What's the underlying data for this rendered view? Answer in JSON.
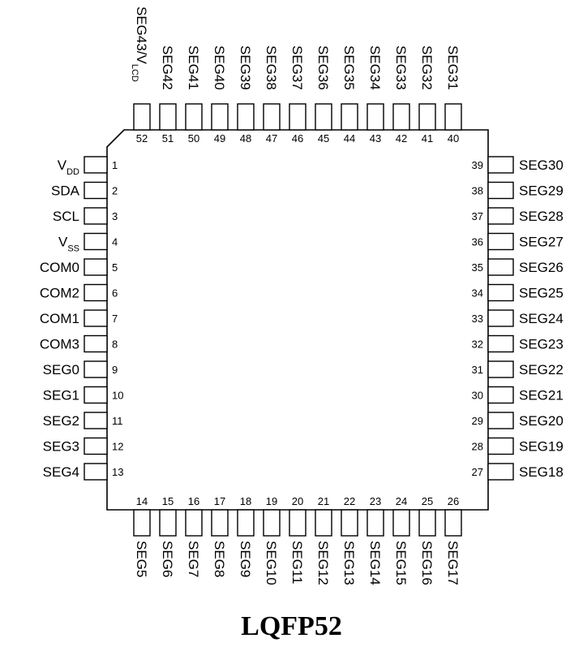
{
  "package_name": "LQFP52",
  "pins": {
    "left": [
      {
        "num": "1",
        "label": "V",
        "sub": "DD"
      },
      {
        "num": "2",
        "label": "SDA"
      },
      {
        "num": "3",
        "label": "SCL"
      },
      {
        "num": "4",
        "label": "V",
        "sub": "SS"
      },
      {
        "num": "5",
        "label": "COM0"
      },
      {
        "num": "6",
        "label": "COM2"
      },
      {
        "num": "7",
        "label": "COM1"
      },
      {
        "num": "8",
        "label": "COM3"
      },
      {
        "num": "9",
        "label": "SEG0"
      },
      {
        "num": "10",
        "label": "SEG1"
      },
      {
        "num": "11",
        "label": "SEG2"
      },
      {
        "num": "12",
        "label": "SEG3"
      },
      {
        "num": "13",
        "label": "SEG4"
      }
    ],
    "bottom": [
      {
        "num": "14",
        "label": "SEG5"
      },
      {
        "num": "15",
        "label": "SEG6"
      },
      {
        "num": "16",
        "label": "SEG7"
      },
      {
        "num": "17",
        "label": "SEG8"
      },
      {
        "num": "18",
        "label": "SEG9"
      },
      {
        "num": "19",
        "label": "SEG10"
      },
      {
        "num": "20",
        "label": "SEG11"
      },
      {
        "num": "21",
        "label": "SEG12"
      },
      {
        "num": "22",
        "label": "SEG13"
      },
      {
        "num": "23",
        "label": "SEG14"
      },
      {
        "num": "24",
        "label": "SEG15"
      },
      {
        "num": "25",
        "label": "SEG16"
      },
      {
        "num": "26",
        "label": "SEG17"
      }
    ],
    "right": [
      {
        "num": "39",
        "label": "SEG30"
      },
      {
        "num": "38",
        "label": "SEG29"
      },
      {
        "num": "37",
        "label": "SEG28"
      },
      {
        "num": "36",
        "label": "SEG27"
      },
      {
        "num": "35",
        "label": "SEG26"
      },
      {
        "num": "34",
        "label": "SEG25"
      },
      {
        "num": "33",
        "label": "SEG24"
      },
      {
        "num": "32",
        "label": "SEG23"
      },
      {
        "num": "31",
        "label": "SEG22"
      },
      {
        "num": "30",
        "label": "SEG21"
      },
      {
        "num": "29",
        "label": "SEG20"
      },
      {
        "num": "28",
        "label": "SEG19"
      },
      {
        "num": "27",
        "label": "SEG18"
      }
    ],
    "top": [
      {
        "num": "52",
        "label": "SEG43/V",
        "sub": "LCD"
      },
      {
        "num": "51",
        "label": "SEG42"
      },
      {
        "num": "50",
        "label": "SEG41"
      },
      {
        "num": "49",
        "label": "SEG40"
      },
      {
        "num": "48",
        "label": "SEG39"
      },
      {
        "num": "47",
        "label": "SEG38"
      },
      {
        "num": "46",
        "label": "SEG37"
      },
      {
        "num": "45",
        "label": "SEG36"
      },
      {
        "num": "44",
        "label": "SEG35"
      },
      {
        "num": "43",
        "label": "SEG34"
      },
      {
        "num": "42",
        "label": "SEG33"
      },
      {
        "num": "41",
        "label": "SEG32"
      },
      {
        "num": "40",
        "label": "SEG31"
      }
    ]
  }
}
